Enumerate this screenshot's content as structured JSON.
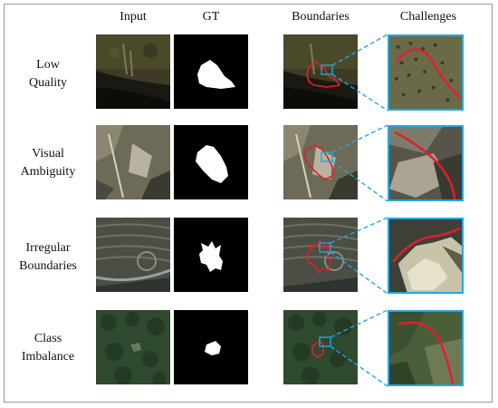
{
  "headers": {
    "input": "Input",
    "gt": "GT",
    "boundaries": "Boundaries",
    "challenges": "Challenges"
  },
  "rows": [
    {
      "label_line1": "Low",
      "label_line2": "Quality"
    },
    {
      "label_line1": "Visual",
      "label_line2": "Ambiguity"
    },
    {
      "label_line1": "Irregular",
      "label_line2": "Boundaries"
    },
    {
      "label_line1": "Class",
      "label_line2": "Imbalance"
    }
  ],
  "colors": {
    "highlight_box": "#22a7e0",
    "boundary": "#e0202a",
    "mask": "#ffffff",
    "mask_background": "#000000"
  }
}
